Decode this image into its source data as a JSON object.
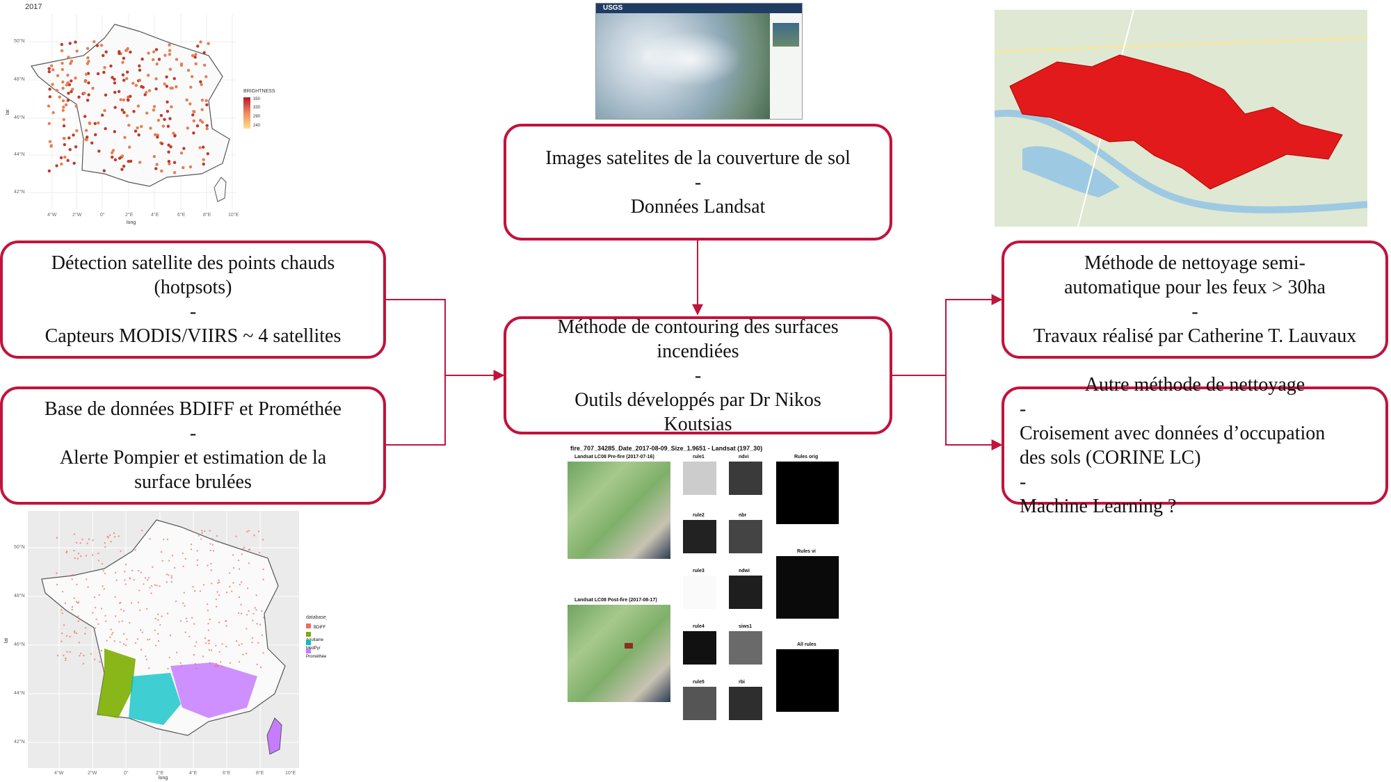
{
  "boxes": {
    "landsat": {
      "lines": [
        "Images satelites de la couverture de sol",
        "-",
        "Données Landsat"
      ]
    },
    "hotspots": {
      "lines": [
        "Détection satellite des points chauds",
        "(hotpsots)",
        "-",
        "Capteurs MODIS/VIIRS ~ 4 satellites"
      ]
    },
    "bdiff": {
      "lines": [
        "Base de données BDIFF et Prométhée",
        "-",
        "Alerte Pompier et estimation de la",
        "surface brulées"
      ]
    },
    "contouring": {
      "lines": [
        "Méthode de contouring des surfaces",
        "incendiées",
        "-",
        "Outils développés par Dr Nikos",
        "Koutsias"
      ]
    },
    "semiauto": {
      "lines": [
        "Méthode de nettoyage semi-",
        "automatique pour les feux > 30ha",
        "-",
        "Travaux réalisé par Catherine T. Lauvaux"
      ]
    },
    "autre": {
      "head": "Autre méthode de nettoyage",
      "items": [
        {
          "dash": "-",
          "text": "Croisement avec données d’occupation des sols (CORINE LC)"
        },
        {
          "dash": "-",
          "text": "Machine Learning ?"
        }
      ]
    }
  },
  "map_hotspots": {
    "year": "2017",
    "legend_title": "BRIGHTNESS",
    "legend_values": [
      "350",
      "330",
      "290",
      "240"
    ],
    "xlabel": "long",
    "ylabel": "lat",
    "xticks": [
      "4°W",
      "2°W",
      "0°",
      "2°E",
      "4°E",
      "6°E",
      "8°E",
      "10°E"
    ],
    "yticks": [
      "50°N",
      "48°N",
      "46°N",
      "44°N",
      "42°N"
    ]
  },
  "map_databases": {
    "legend_title": "database_origin",
    "legend_items": [
      "BDIFF",
      "Aquitaine",
      "MédPyr",
      "Prométhée"
    ],
    "legend_colors": [
      "#ef6b5e",
      "#7cae00",
      "#00bfc4",
      "#c77cff"
    ],
    "xlabel": "long",
    "ylabel": "lat",
    "xticks": [
      "4°W",
      "2°W",
      "0°",
      "2°E",
      "4°E",
      "6°E",
      "8°E",
      "10°E"
    ],
    "yticks": [
      "50°N",
      "48°N",
      "46°N",
      "44°N",
      "42°N"
    ]
  },
  "usgs": {
    "logo": "USGS"
  },
  "panel": {
    "title": "fire_707_34285_Date_2017-08-09_Size_1.9651 - Landsat (197_30)",
    "pre": "Landsat LC08 Pre-fire (2017-07-16)",
    "post": "Landsat LC08 Post-fire (2017-08-17)",
    "rules": [
      "rule1",
      "rule2",
      "rule3",
      "rule4",
      "rule5"
    ],
    "indices": [
      "ndvi",
      "nbr",
      "ndwi",
      "siws1",
      "rbi"
    ],
    "summaries": [
      "Rules orig",
      "Rules vi",
      "All rules"
    ]
  },
  "colors": {
    "accent": "#c0143c",
    "fire": "#e31a1c"
  }
}
